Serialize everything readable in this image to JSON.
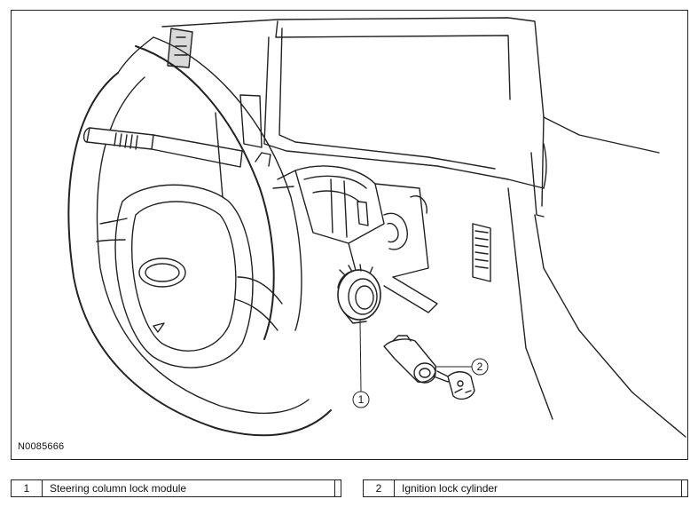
{
  "figure": {
    "code": "N0085666",
    "callouts": [
      {
        "number": "1",
        "label": "Steering column lock module"
      },
      {
        "number": "2",
        "label": "Ignition lock cylinder"
      }
    ],
    "colors": {
      "line": "#222222",
      "background": "#ffffff",
      "shade": "#d9d9d9"
    }
  }
}
